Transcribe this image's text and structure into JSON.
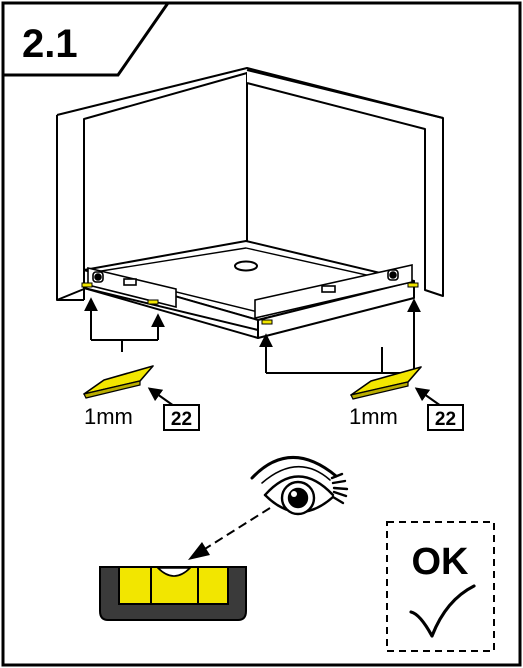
{
  "step": {
    "number": "2.1"
  },
  "shims": [
    {
      "thickness_label": "1mm",
      "part_ref": "22"
    },
    {
      "thickness_label": "1mm",
      "part_ref": "22"
    }
  ],
  "check": {
    "label": "OK"
  },
  "colors": {
    "shim_yellow": "#f2e600",
    "level_body": "#3a3a3a",
    "outline": "#000000"
  },
  "icons": [
    "eye-icon",
    "spirit-level-icon",
    "checkmark-icon"
  ]
}
